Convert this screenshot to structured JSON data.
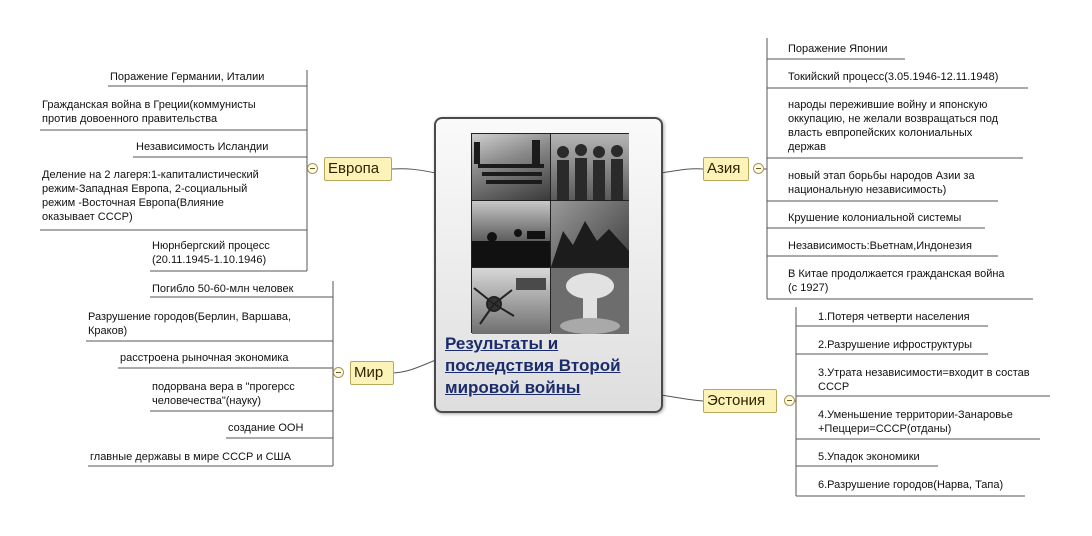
{
  "central": {
    "title": "Результаты и\nпоследствия Второй\nмировой войны"
  },
  "branches": {
    "europe": {
      "label": "Европа",
      "items": [
        "Поражение Германии, Италии",
        "Гражданская война в Греции(коммунисты\nпротив довоенного правительства",
        "Независимость Исландии",
        "Деление на 2 лагеря:1-капиталистический\nрежим-Западная Европа, 2-социальный\nрежим -Восточная Европа(Влияние\nоказывает СССР)",
        "Нюрнбергский процесс\n(20.11.1945-1.10.1946)"
      ]
    },
    "world": {
      "label": "Мир",
      "items": [
        "Погибло 50-60-млн человек",
        "Разрушение городов(Берлин, Варшава,\nКраков)",
        "расстроена рыночная экономика",
        "подорвана вера в \"прогерсс\nчеловечества\"(науку)",
        "создание ООН",
        "главные державы в мире СССР и США"
      ]
    },
    "asia": {
      "label": "Азия",
      "items": [
        "Поражение Японии",
        "Токийский процесс(3.05.1946-12.11.1948)",
        "народы пережившие войну и японскую\nоккупацию, не желали возвращаться под\nвласть евпропейских колониальных\nдержав",
        "новый этап борьбы народов Азии за\nнациональную независимость)",
        "Крушение колониальной системы",
        "Независимость:Вьетнам,Индонезия",
        "В Китае продолжается гражданская война\n(с 1927)"
      ]
    },
    "estonia": {
      "label": "Эстония",
      "items": [
        "1.Потеря четверти населения",
        "2.Разрушение ифроструктуры",
        "3.Утрата независимости=входит в состав\nСССР",
        "4.Уменьшение территории-Занаровье\n+Пеццери=СССР(отданы)",
        "5.Упадок экономики",
        "6.Разрушение городов(Нарва, Тапа)"
      ]
    }
  },
  "colors": {
    "branch_fill": "#fbf3b8",
    "branch_border": "#b9a85c",
    "title_color": "#1a2c6b",
    "line_color": "#555555"
  },
  "icons": [
    "collapse-toggle-icon"
  ]
}
